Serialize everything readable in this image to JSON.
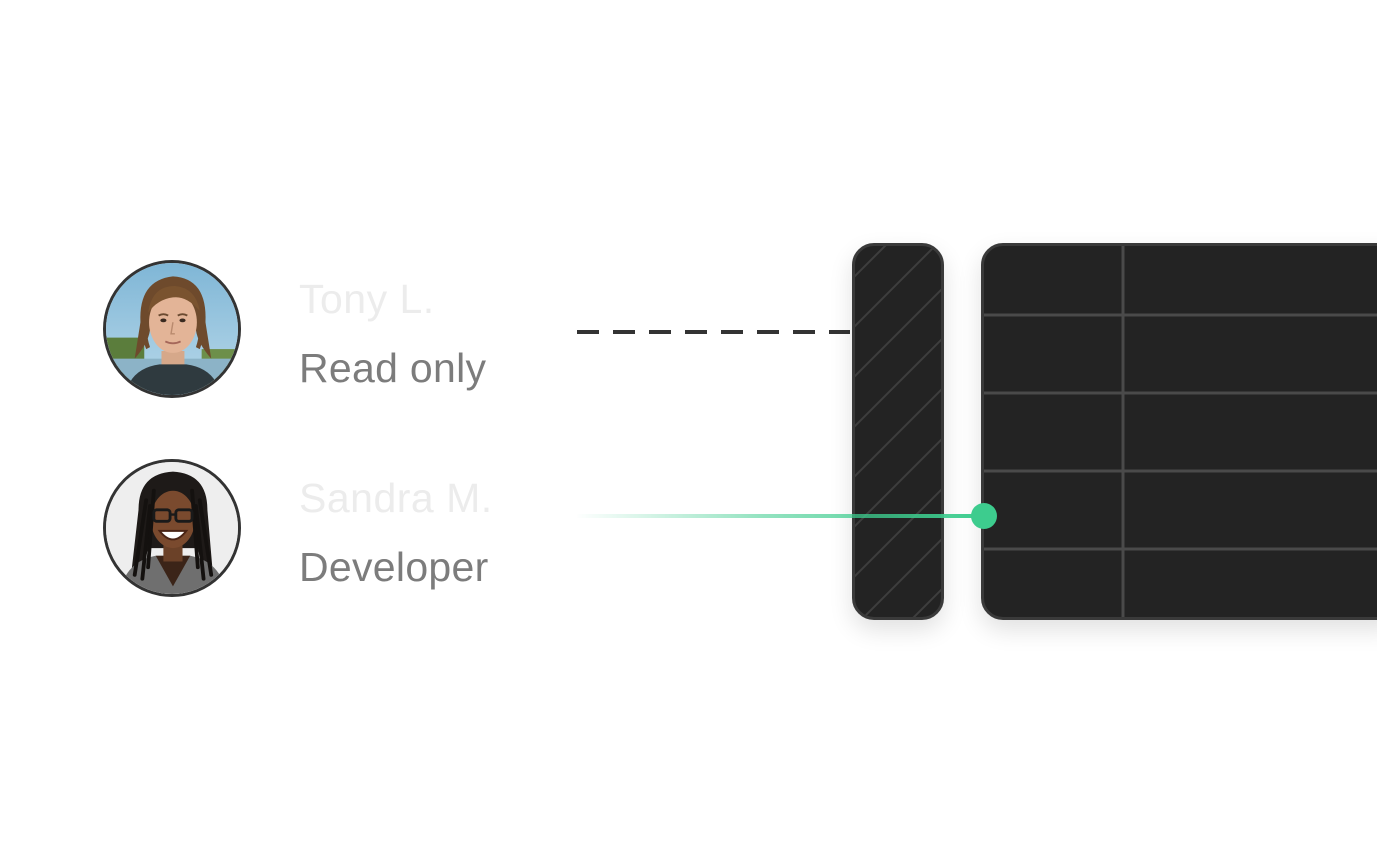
{
  "users": [
    {
      "name": "Tony L.",
      "role": "Read only",
      "avatar_icon": "person-photo-icon",
      "connection": "dashed",
      "connection_color": "#333333"
    },
    {
      "name": "Sandra M.",
      "role": "Developer",
      "avatar_icon": "person-photo-icon",
      "connection": "solid-gradient",
      "connection_color": "#3dcc8e"
    }
  ],
  "gate": {
    "icon": "hatched-barrier-icon",
    "fill_color": "#232323"
  },
  "database_table": {
    "icon": "table-grid-icon",
    "fill_color": "#232323",
    "grid_color": "#4a4a4a"
  },
  "colors": {
    "accent_green": "#3dcc8e",
    "name_text": "#ececec",
    "role_text": "#7c7c7c"
  }
}
